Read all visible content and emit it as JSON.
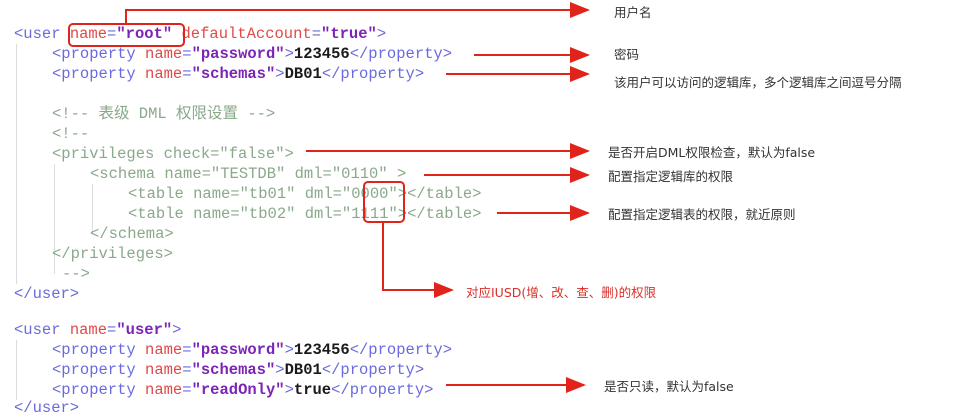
{
  "colors": {
    "accent_red": "#e0241b",
    "tag": "#6a6adf",
    "attr": "#e04a4a",
    "value": "#7b24b5",
    "comment": "#8aa88a"
  },
  "code": {
    "block1": {
      "user_open": {
        "tag": "<user",
        "attr1": "name",
        "val1": "\"root\"",
        "attr2": "defaultAccount",
        "val2": "\"true\"",
        "close": ">"
      },
      "password": {
        "open": "<property",
        "attr": "name",
        "val": "\"password\"",
        "text": "123456",
        "close": "</property>"
      },
      "schemas": {
        "open": "<property",
        "attr": "name",
        "val": "\"schemas\"",
        "text": "DB01",
        "close": "</property>"
      },
      "comment_title": "<!-- 表级 DML 权限设置 -->",
      "comment_open": "<!--",
      "privileges_open": "<privileges check=\"false\">",
      "schema_open": "<schema name=\"TESTDB\" dml=\"0110\" >",
      "table1_pre": "<table name=\"tb01\" dml=\"",
      "table1_dml": "0000",
      "table1_post": "\"></table>",
      "table2_pre": "<table name=\"tb02\" dml=\"",
      "table2_dml": "1111",
      "table2_post": "\"></table>",
      "schema_close": "</schema>",
      "privileges_close": "</privileges>",
      "comment_close": "-->",
      "user_close": "</user>"
    },
    "block2": {
      "user_open": {
        "tag": "<user",
        "attr": "name",
        "val": "\"user\"",
        "close": ">"
      },
      "password": {
        "open": "<property",
        "attr": "name",
        "val": "\"password\"",
        "text": "123456",
        "close": "</property>"
      },
      "schemas": {
        "open": "<property",
        "attr": "name",
        "val": "\"schemas\"",
        "text": "DB01",
        "close": "</property>"
      },
      "readonly": {
        "open": "<property",
        "attr": "name",
        "val": "\"readOnly\"",
        "text": "true",
        "close": "</property>"
      },
      "user_close": "</user>"
    }
  },
  "annotations": {
    "username": "用户名",
    "password": "密码",
    "schemas": "该用户可以访问的逻辑库，多个逻辑库之间逗号分隔",
    "privileges_check": "是否开启DML权限检查，默认为false",
    "schema_privilege": "配置指定逻辑库的权限",
    "table_privilege": "配置指定逻辑表的权限，就近原则",
    "iusd": "对应IUSD(增、改、查、删)的权限",
    "readonly": "是否只读，默认为false"
  }
}
